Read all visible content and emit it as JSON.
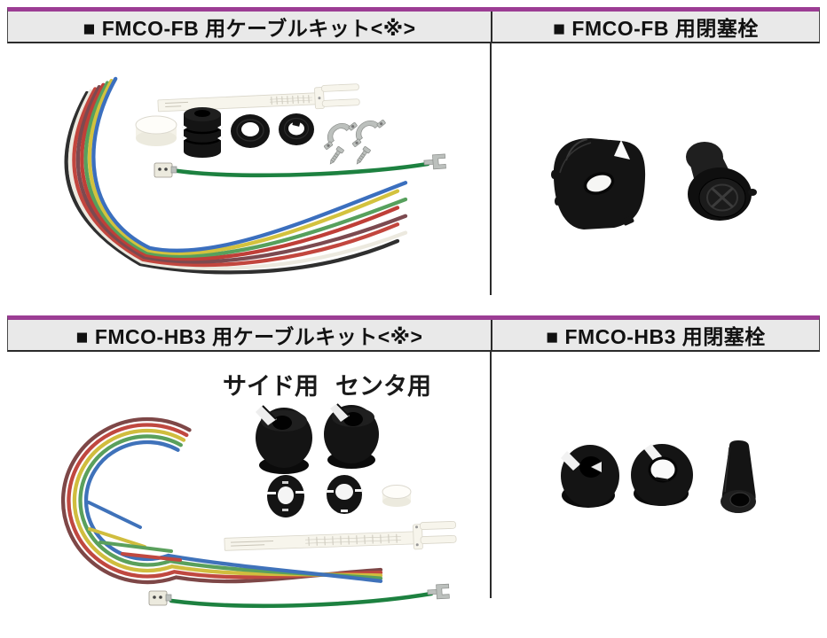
{
  "sections": [
    {
      "id": "fmco-fb",
      "left_header": "■ FMCO-FB 用ケーブルキット<※>",
      "right_header": "■ FMCO-FB 用閉塞栓",
      "left_figure": {
        "description": "FMCO-FB cable kit product photo",
        "parts": [
          "colored-wire-bundle",
          "marker-gauge-strip",
          "white-cap",
          "ribbed-rubber-grommet",
          "rubber-ring",
          "rubber-ring-keyed",
          "metal-saddle-clamp",
          "metal-saddle-clamp",
          "screw",
          "screw",
          "green-ground-wire-with-fork-terminal"
        ],
        "wire_colors_outer_to_inner": [
          "#2f2f2f",
          "#ece9df",
          "#c2463e",
          "#7c4a50",
          "#bf3f38",
          "#57a05d",
          "#d3c23e",
          "#3b6fbe"
        ]
      },
      "right_figure": {
        "description": "FMCO-FB closure plugs product photo",
        "parts": [
          "ribbed-closure-plug",
          "cross-face-closure-plug"
        ]
      }
    },
    {
      "id": "fmco-hb3",
      "left_header": "■ FMCO-HB3 用ケーブルキット<※>",
      "right_header": "■ FMCO-HB3 用閉塞栓",
      "annotations": {
        "side_label": "サイド用",
        "center_label": "センタ用"
      },
      "left_figure": {
        "description": "FMCO-HB3 cable kit product photo",
        "parts": [
          "looped-colored-wire-bundle",
          "side-grommet",
          "center-grommet",
          "split-bushing",
          "split-bushing",
          "white-cap",
          "marker-gauge-strip",
          "green-ground-wire-with-fork-terminal"
        ],
        "loop_wire_colors_outer_to_inner": [
          "#7e4747",
          "#c04840",
          "#d0bd3e",
          "#5aa05c",
          "#3f72ba"
        ]
      },
      "right_figure": {
        "description": "FMCO-HB3 closure plugs product photo",
        "parts": [
          "slotted-closure-plug",
          "slotted-closure-plug",
          "cone-closure-plug"
        ]
      }
    }
  ],
  "colors": {
    "accent_purple": "#9c3d94",
    "header_bg": "#e9e9e9",
    "line_dark": "#2b2b2b",
    "rubber_black": "#141414",
    "paper_white": "#f7f5ec",
    "metal_gray": "#bcc0bd",
    "ground_green": "#1d8140",
    "label_text": "#1a1a1a"
  }
}
